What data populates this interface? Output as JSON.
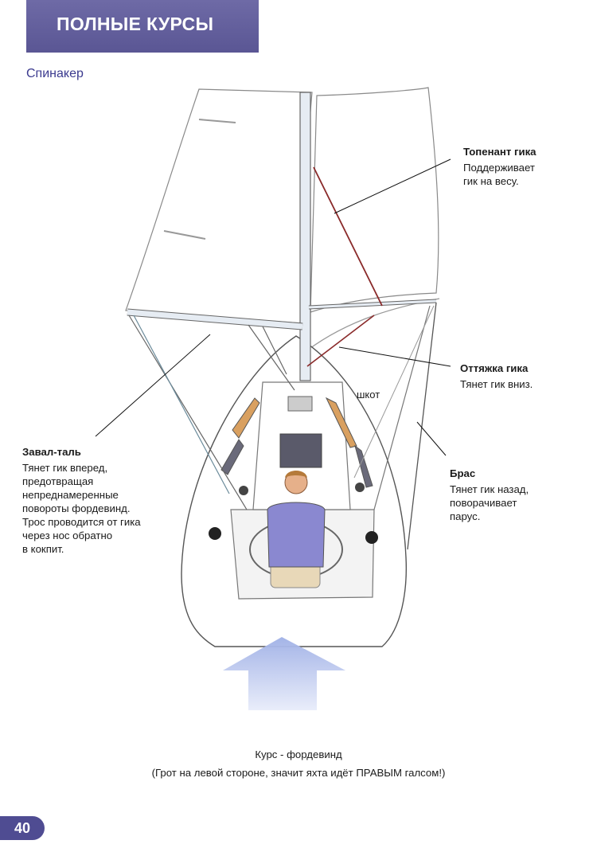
{
  "header": {
    "title": "ПОЛНЫЕ КУРСЫ"
  },
  "section": {
    "subtitle": "Спинакер"
  },
  "labels": {
    "topping_lift": {
      "title": "Топенант гика",
      "desc": "Поддерживает\nгик на весу."
    },
    "vang": {
      "title": "Оттяжка гика",
      "desc": "Тянет гик вниз."
    },
    "sheet": "шкот",
    "preventer": {
      "title": "Завал-таль",
      "desc": "Тянет гик вперед,\nпредотвращая\nнепреднамеренные\nповороты фордевинд.\nТрос проводится от гика\nчерез нос обратно\nв кокпит."
    },
    "brace": {
      "title": "Брас",
      "desc": "Тянет гик назад,\nповорачивает\nпарус."
    }
  },
  "caption": {
    "line1": "Курс - фордевинд",
    "line2": "(Грот на левой стороне, значит яхта идёт ПРАВЫМ галсом!)"
  },
  "page_number": "40",
  "colors": {
    "header_band": "#5e5a98",
    "subtitle": "#3b3a8f",
    "wind_arrow": "#b9c4ec",
    "boom_line": "#8a2a2a",
    "crew_shirt": "#8a88d0"
  }
}
